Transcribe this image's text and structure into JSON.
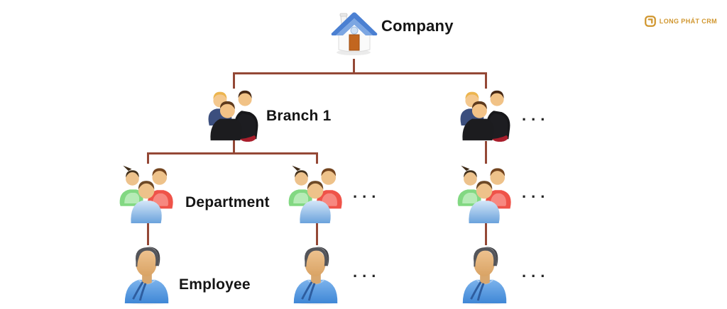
{
  "colors": {
    "line_color": "#944836",
    "label_color": "#151515",
    "logo_color": "#d0962e",
    "bg_color": "#ffffff",
    "dots_color": "#262626"
  },
  "branding": {
    "logo_text": "LONG PHÁT CRM"
  },
  "nodes": {
    "company": {
      "label": "Company"
    },
    "branch1": {
      "label": "Branch 1"
    },
    "branch_more": {
      "ellipsis": "..."
    },
    "department1": {
      "label": "Department"
    },
    "department2": {
      "ellipsis": "..."
    },
    "department3": {
      "ellipsis": "..."
    },
    "employee1": {
      "label": "Employee"
    },
    "employee2": {
      "ellipsis": "..."
    },
    "employee3": {
      "ellipsis": "..."
    }
  }
}
